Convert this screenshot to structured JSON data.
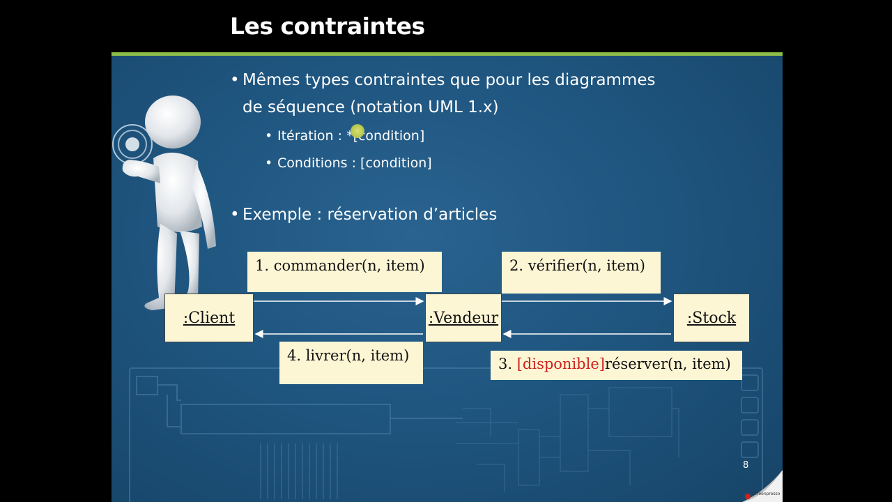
{
  "slide": {
    "title": "Les contraintes",
    "page_number": "8"
  },
  "bullets": {
    "b1_line1": "Mêmes types contraintes que pour les diagrammes",
    "b1_line2": "de séquence (notation UML 1.x)",
    "sub1": "Itération : *[condition]",
    "sub2": "Conditions : [condition]",
    "b2": "Exemple : réservation d’articles"
  },
  "diagram": {
    "objects": {
      "client": ":Client",
      "vendeur": ":Vendeur",
      "stock": ":Stock"
    },
    "messages": {
      "m1": "1. commander(n, item)",
      "m2": "2. vérifier(n, item)",
      "m3_prefix": "3. ",
      "m3_condition": "[disponible]",
      "m3_rest": "réserver(n, item)",
      "m4": "4. livrer(n, item)"
    }
  },
  "watermark": {
    "text": "Screenpresso"
  },
  "colors": {
    "slide_bg": "#1f5680",
    "accent_bar": "#8fbf4a",
    "note_bg": "#fdf6d5",
    "condition_red": "#d0201c"
  }
}
